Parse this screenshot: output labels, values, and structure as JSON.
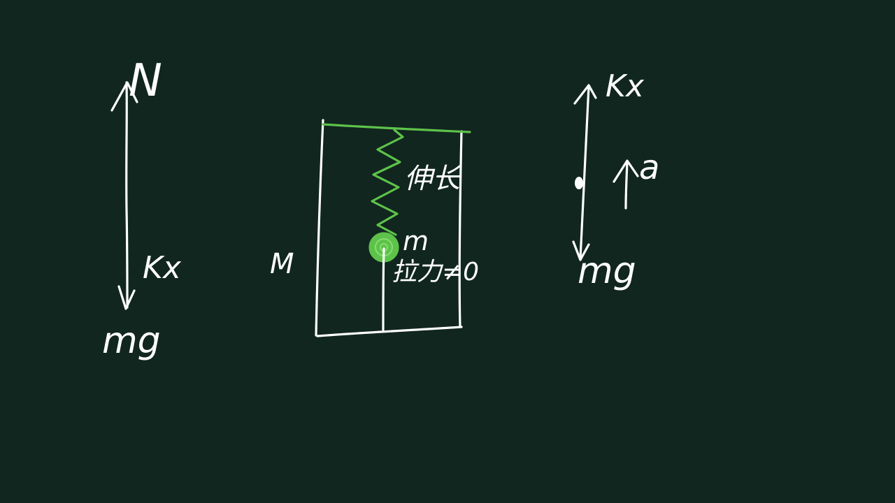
{
  "colors": {
    "background": "#11261f",
    "chalk": "#ffffff",
    "spring": "#5ec24a"
  },
  "left_fbd": {
    "top_label": "N",
    "force_label": "Kx",
    "weight_label": "mg"
  },
  "apparatus": {
    "box_label": "M",
    "mass_label": "m",
    "spring_note": "伸长",
    "string_note": "拉力≠0"
  },
  "right_fbd": {
    "spring_force_label": "Kx",
    "acceleration_label": "a",
    "weight_label": "mg"
  }
}
